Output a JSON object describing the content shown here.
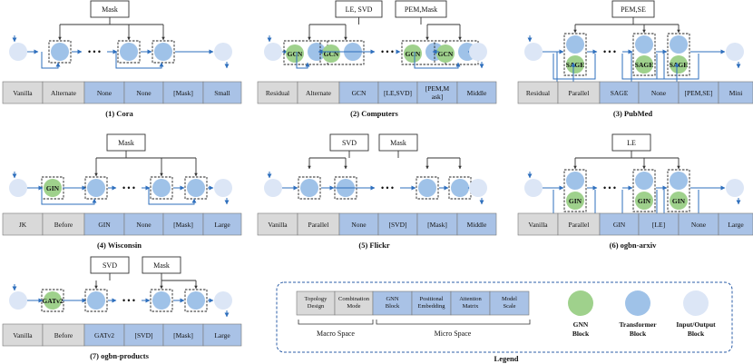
{
  "colors": {
    "gnn": "#9fd18c",
    "transformer": "#9fc2e8",
    "io": "#dce6f6",
    "gray_cell": "#d9d9d9",
    "blue_cell": "#a9c2e6",
    "arrow": "#2e6fbd",
    "line": "#333333"
  },
  "ellipsis": "• • •",
  "panels": [
    {
      "caption": "(1) Cora",
      "mask_boxes": [
        "Mask"
      ],
      "cells": [
        "Vanilla",
        "Alternate",
        "None",
        "None",
        "[Mask]",
        "Small"
      ],
      "gnn_label": ""
    },
    {
      "caption": "(2) Computers",
      "mask_boxes": [
        "LE, SVD",
        "PEM,Mask"
      ],
      "cells": [
        "Residual",
        "Alternate",
        "GCN",
        "[LE,SVD]",
        "[PEM,M ask]",
        "Middle"
      ],
      "gnn_label": "GCN"
    },
    {
      "caption": "(3) PubMed",
      "mask_boxes": [
        "PEM,SE"
      ],
      "cells": [
        "Residual",
        "Parallel",
        "SAGE",
        "None",
        "[PEM,SE]",
        "Mini"
      ],
      "gnn_label": "SAGE"
    },
    {
      "caption": "(4) Wisconsin",
      "mask_boxes": [
        "Mask"
      ],
      "cells": [
        "JK",
        "Before",
        "GIN",
        "None",
        "[Mask]",
        "Large"
      ],
      "gnn_label": "GIN"
    },
    {
      "caption": "(5) Flickr",
      "mask_boxes": [
        "SVD",
        "Mask"
      ],
      "cells": [
        "Vanilla",
        "Parallel",
        "None",
        "[SVD]",
        "[Mask]",
        "Middle"
      ],
      "gnn_label": ""
    },
    {
      "caption": "(6) ogbn-arxiv",
      "mask_boxes": [
        "LE"
      ],
      "cells": [
        "Vanilla",
        "Parallel",
        "GIN",
        "[LE]",
        "None",
        "Large"
      ],
      "gnn_label": "GIN"
    },
    {
      "caption": "(7) ogbn-products",
      "mask_boxes": [
        "SVD",
        "Mask"
      ],
      "cells": [
        "Vanilla",
        "Before",
        "GATv2",
        "[SVD]",
        "[Mask]",
        "Large"
      ],
      "gnn_label": "GATv2"
    }
  ],
  "legend": {
    "title": "Legend",
    "cells": [
      "Topology Design",
      "Combination Mode",
      "GNN Block",
      "Positional Embedding",
      "Attention Matrix",
      "Model Scale"
    ],
    "macro_space": "Macro Space",
    "micro_space": "Micro Space",
    "gnn_block": "GNN Block",
    "transformer_block": "Transformer Block",
    "io_block": "Input/Output Block"
  }
}
